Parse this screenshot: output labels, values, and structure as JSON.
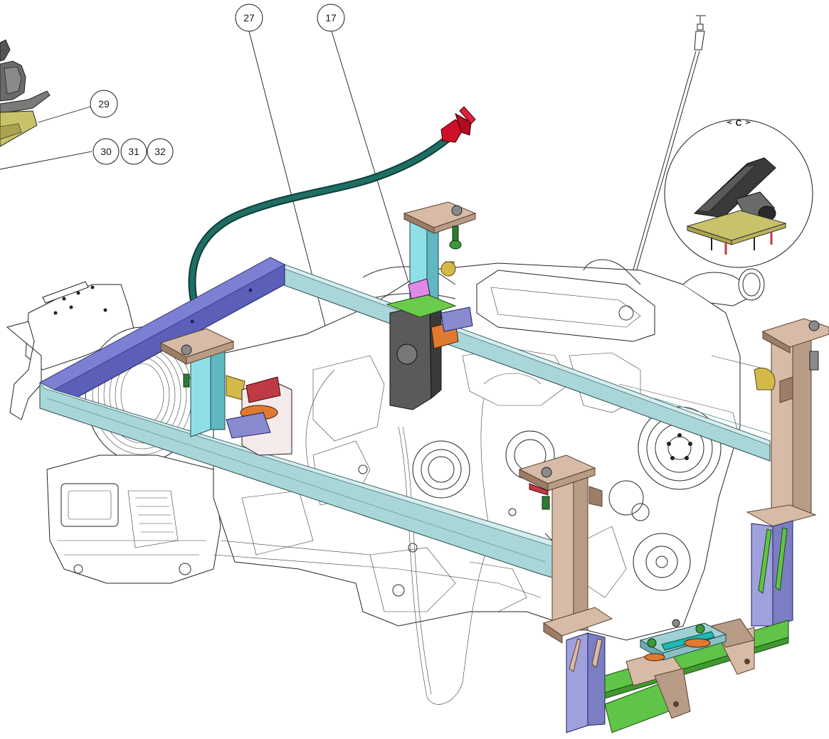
{
  "balloons": {
    "b27": "27",
    "b17": "17",
    "b29": "29",
    "b30": "30",
    "b31": "31",
    "b32": "32"
  },
  "detail_view": {
    "label": "C"
  },
  "colors": {
    "frame_beam": "#a9d6d8",
    "frame_beam_dark": "#6fa9ad",
    "front_beam": "#5b5fb8",
    "bracket_tan": "#d7bba6",
    "bracket_tan_dark": "#9c7e68",
    "post_cyan": "#8fe0e6",
    "post_lavender": "#9fa1dc",
    "base_green": "#5fc447",
    "hose_teal": "#1e6e63",
    "fitting_red": "#d0102a",
    "mount_purple": "#8a8ad0",
    "mount_red": "#c03a44",
    "mount_orange": "#e07a30",
    "pedal_plate": "#c8c26a",
    "engine_line": "#222222"
  }
}
